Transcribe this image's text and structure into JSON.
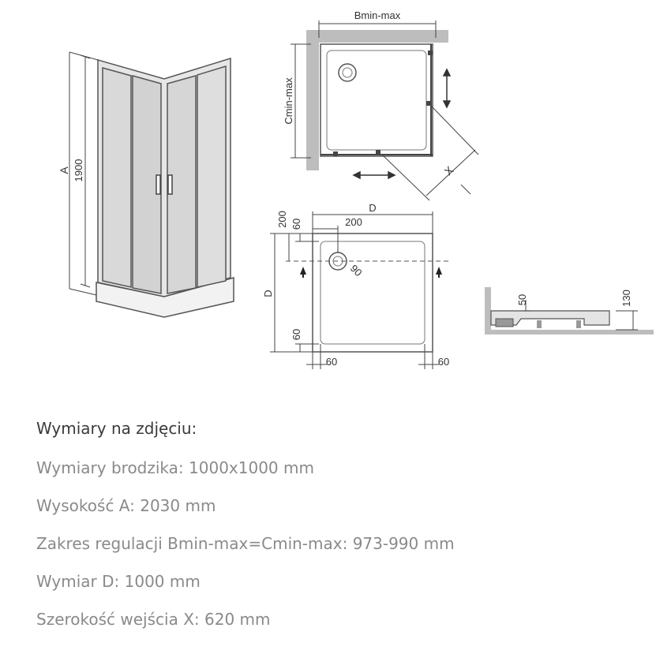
{
  "drawing": {
    "cabin_labels": {
      "height_letter": "A",
      "height_value": "1900"
    },
    "top_view_labels": {
      "width": "Bmin-max",
      "depth": "Cmin-max",
      "entrance": "X"
    },
    "tray_labels": {
      "size": "D",
      "side": "D",
      "drain_offset_x": "200",
      "drain_offset_y": "200",
      "inner_top": "60",
      "drain_diameter": "90",
      "inner_bottom": "60",
      "inner_left": "60",
      "inner_right": "60"
    },
    "profile_labels": {
      "drain_height": "50",
      "tray_height": "130"
    }
  },
  "specs": {
    "heading": "Wymiary na zdjęciu:",
    "lines": [
      "Wymiary brodzika: 1000x1000 mm",
      "Wysokość A: 2030 mm",
      "Zakres regulacji Bmin-max=Cmin-max: 973-990 mm",
      "Wymiar D: 1000 mm",
      "Szerokość wejścia X: 620 mm"
    ]
  }
}
